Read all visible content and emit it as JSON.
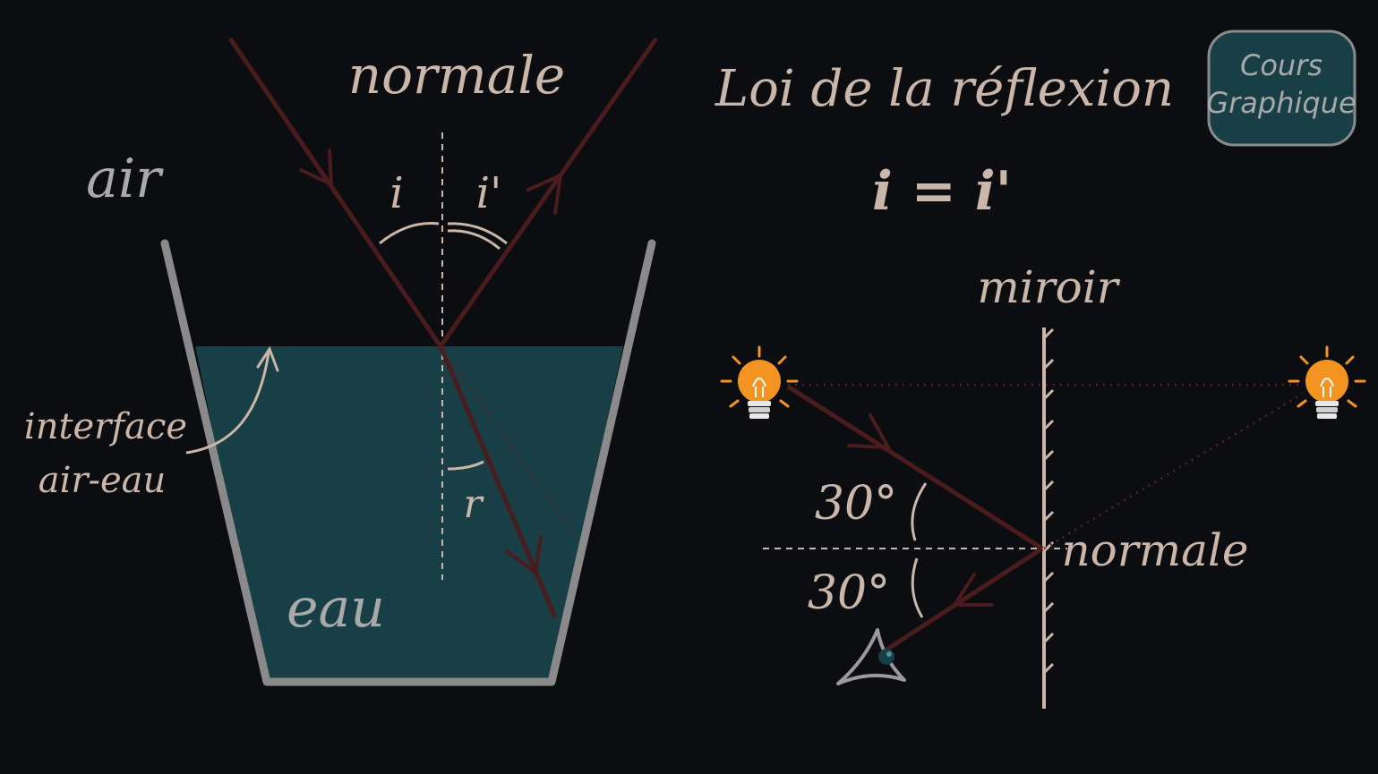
{
  "colors": {
    "background": "#0b0d11",
    "ray": "#4a1c1e",
    "ray_dotted": "#5a2426",
    "label": "#cbb7a9",
    "label_grey": "#a9a9a9",
    "glass": "#8a8a8a",
    "water": "#173f45",
    "mirror": "#cbb7a9",
    "bulb": "#f39321",
    "eye": "#9a9a9a",
    "logo_bg": "#173f45",
    "logo_border": "#8a8a8a"
  },
  "left_diagram": {
    "normal_label": "normale",
    "medium_top": "air",
    "medium_bottom": "eau",
    "angle_incidence": "i",
    "angle_reflection": "i'",
    "angle_refraction": "r",
    "interface_label_line1": "interface",
    "interface_label_line2": "air-eau"
  },
  "right_panel": {
    "title": "Loi de la réflexion",
    "formula": "i = i'",
    "mirror_label": "miroir",
    "normal_label": "normale",
    "angle_top": "30°",
    "angle_bottom": "30°"
  },
  "logo": {
    "line1": "Cours",
    "line2": "Graphique"
  },
  "icons": {
    "source": "light-bulb-icon",
    "image": "light-bulb-icon",
    "observer": "eye-icon"
  }
}
